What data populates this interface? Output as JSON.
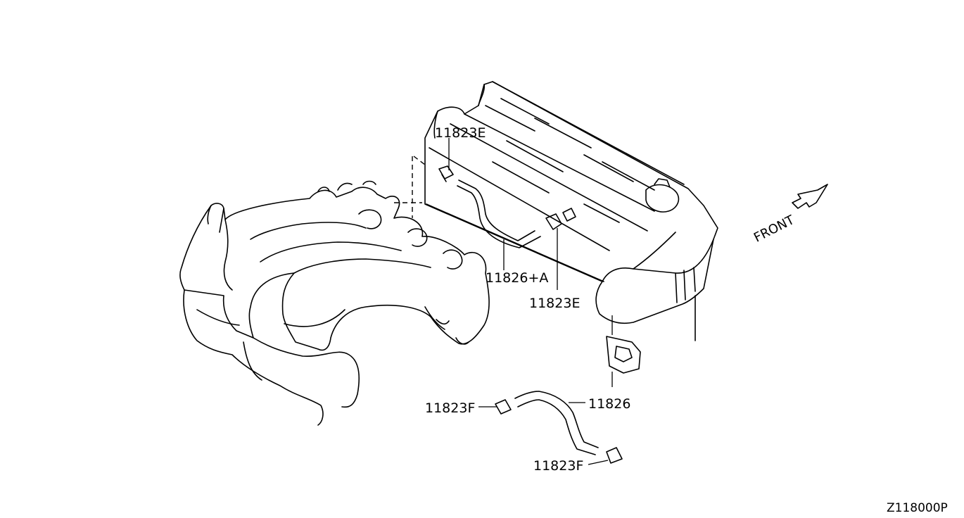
{
  "labels": {
    "p1": "11823E",
    "p2": "11826+A",
    "p3": "11823E",
    "p4": "11826",
    "p5": "11823F",
    "p6": "11823F"
  },
  "direction_label": "FRONT",
  "diagram_code": "Z118000P"
}
